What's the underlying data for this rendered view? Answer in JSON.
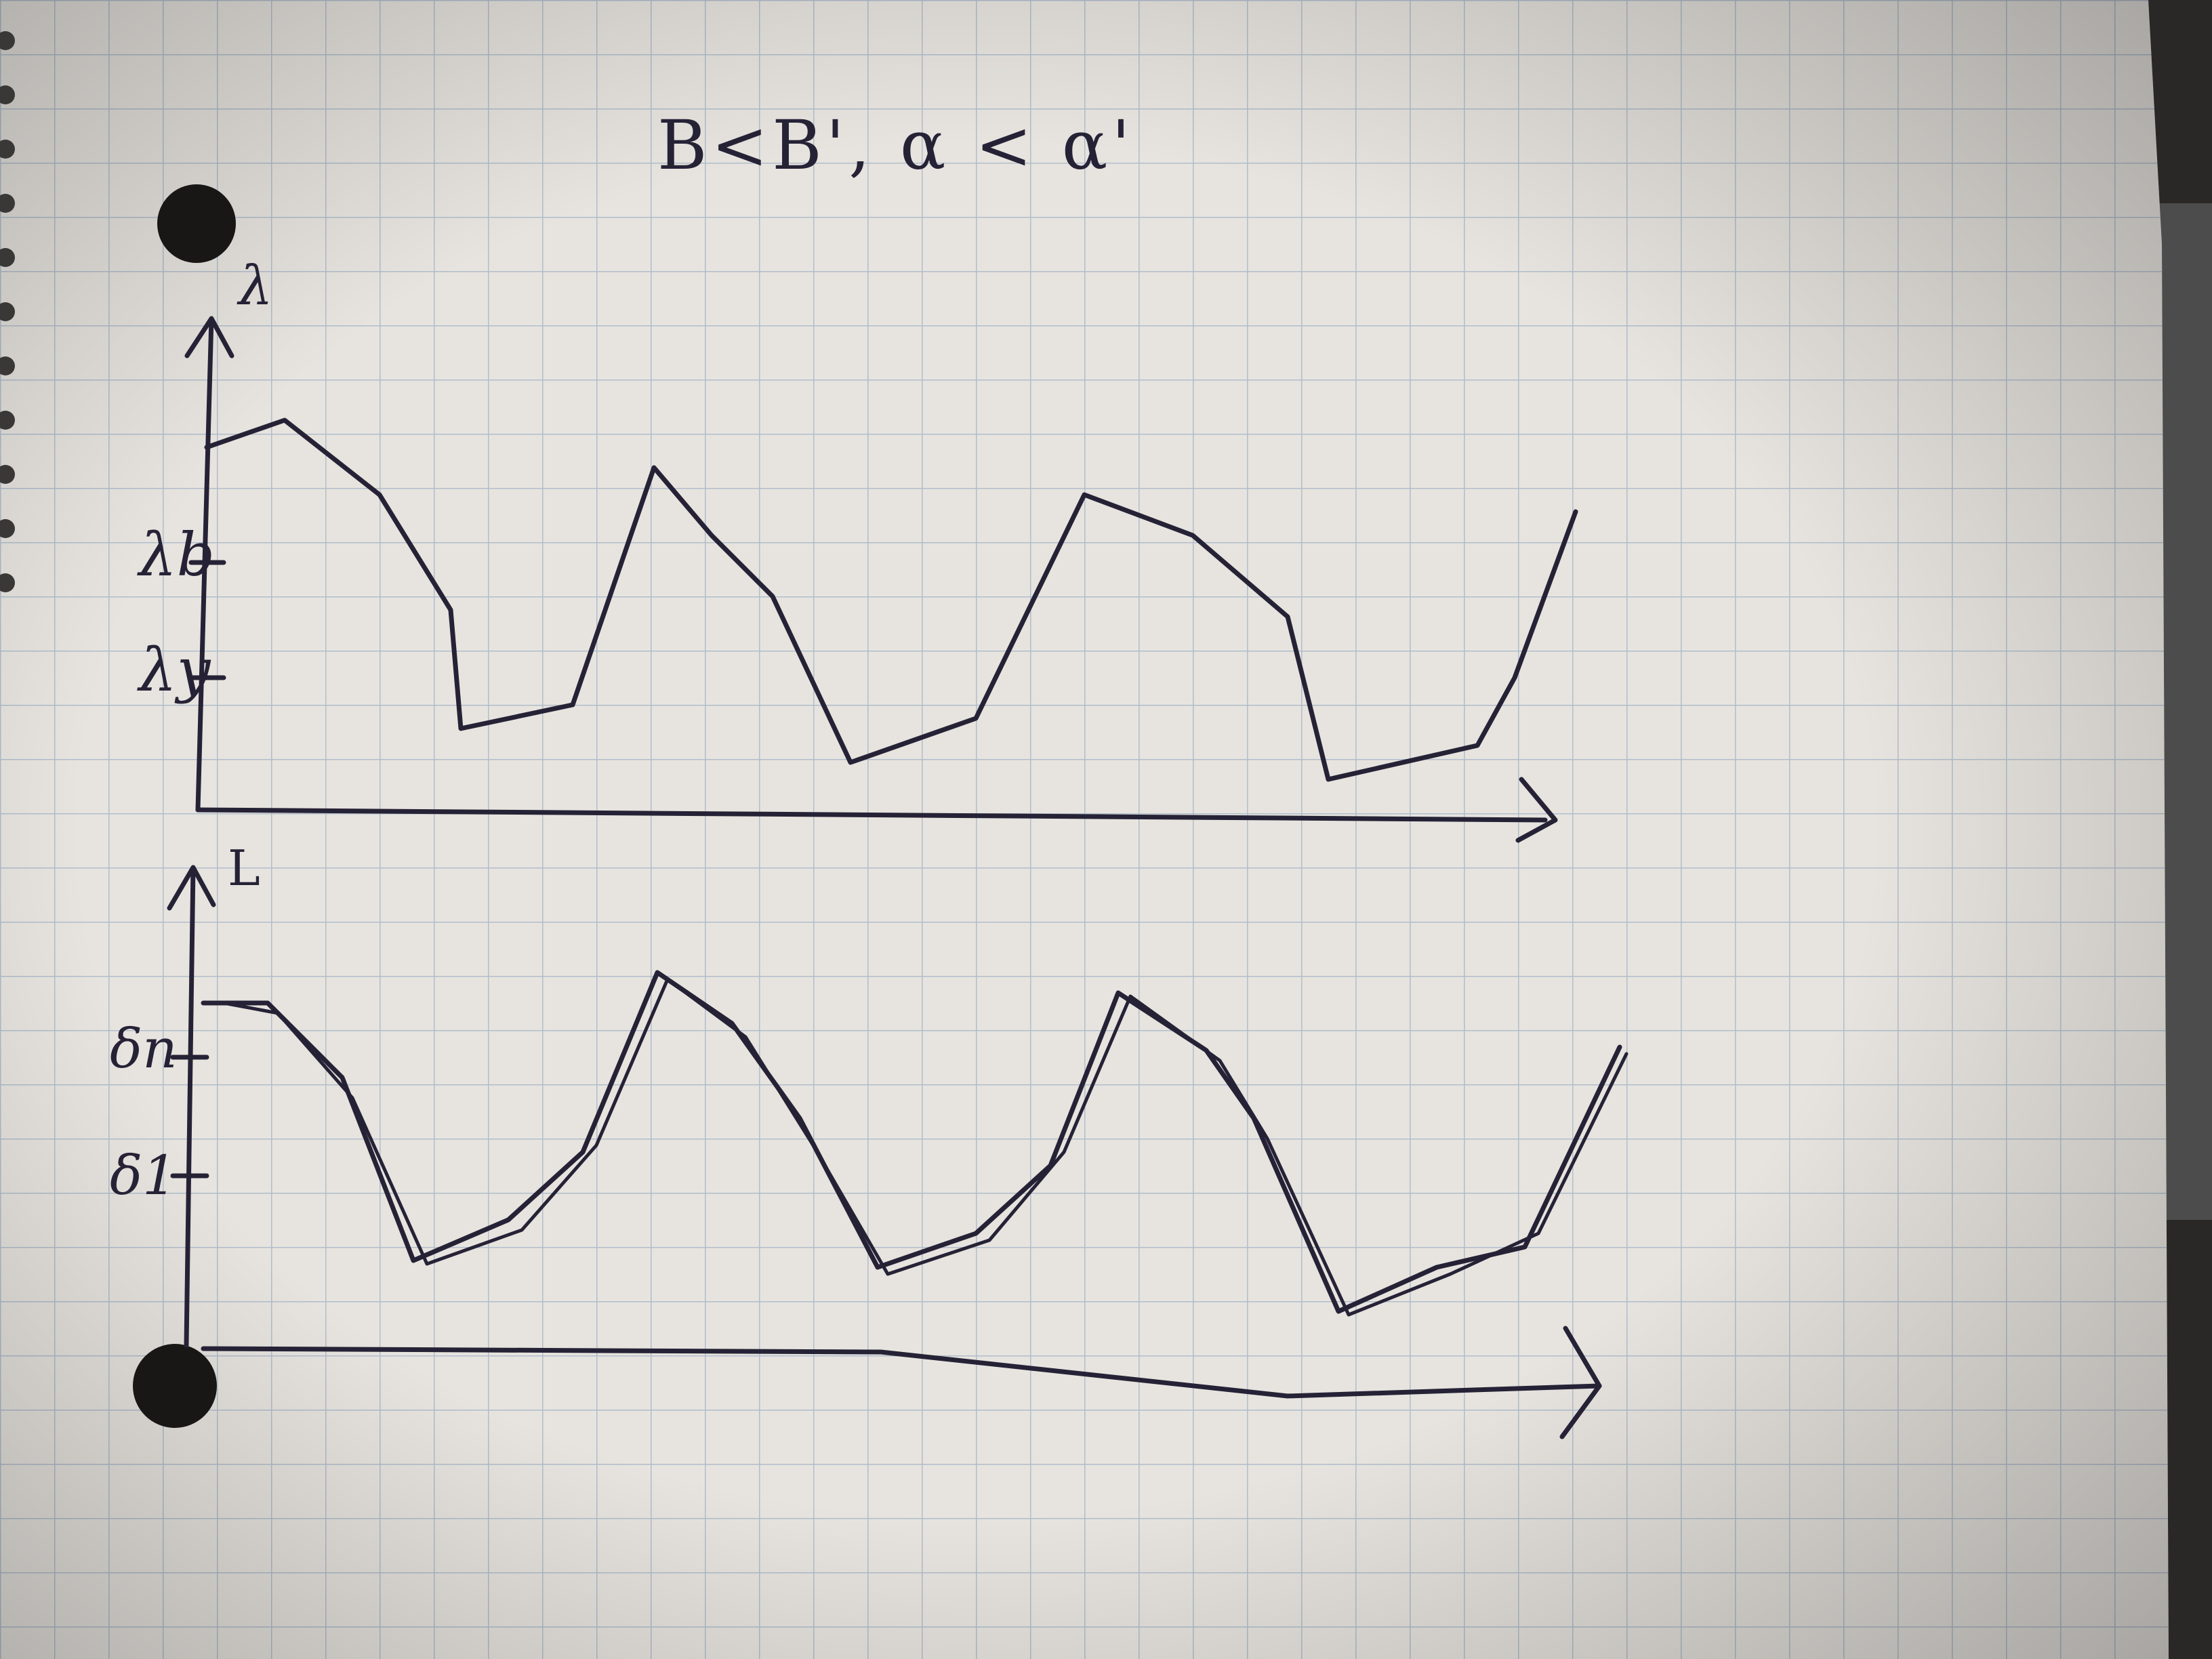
{
  "title": "B<B', α < α'",
  "top_graph": {
    "axis_name": "λ",
    "tick_upper": "λb",
    "tick_lower": "λy"
  },
  "bottom_graph": {
    "axis_name": "L",
    "tick_upper": "δn",
    "tick_lower": "δ1"
  },
  "colors": {
    "paper": "#e7e4df",
    "grid": "#9fb0c4",
    "ink": "#262236",
    "background": "#2a2826",
    "punch_hole": "#181716"
  }
}
